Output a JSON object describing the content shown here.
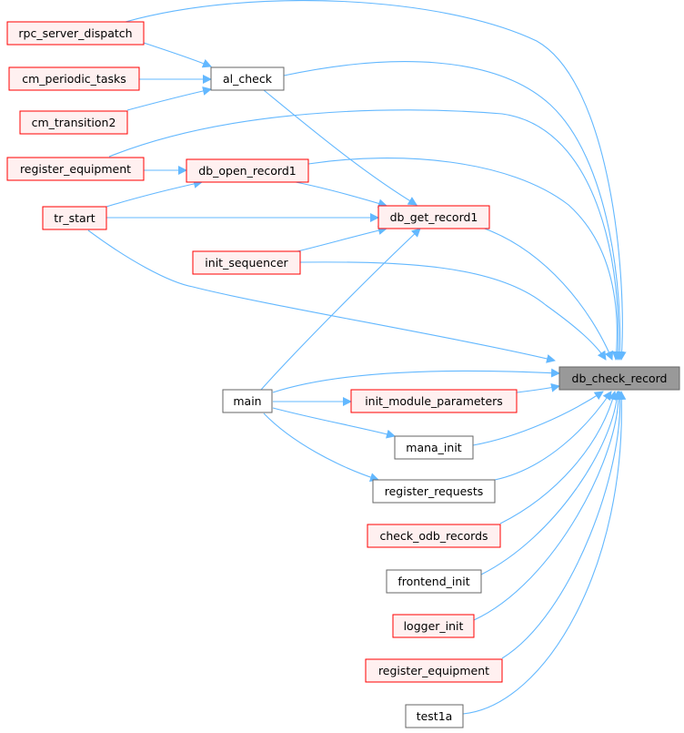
{
  "diagram": {
    "colors": {
      "edge": "#63b8ff",
      "highlight_fill": "#999999",
      "highlight_border": "#666666",
      "red_border": "#ff0000",
      "red_fill": "#fff0f0",
      "plain_border": "#666666",
      "plain_fill": "#ffffff"
    },
    "target": {
      "label": "db_check_record"
    },
    "callers": [
      {
        "id": "rpc_server_dispatch",
        "label": "rpc_server_dispatch",
        "style": "red"
      },
      {
        "id": "al_check",
        "label": "al_check",
        "style": "plain"
      },
      {
        "id": "cm_periodic_tasks",
        "label": "cm_periodic_tasks",
        "style": "red"
      },
      {
        "id": "cm_transition2",
        "label": "cm_transition2",
        "style": "red"
      },
      {
        "id": "register_equipment_a",
        "label": "register_equipment",
        "style": "red"
      },
      {
        "id": "db_open_record1",
        "label": "db_open_record1",
        "style": "red"
      },
      {
        "id": "tr_start",
        "label": "tr_start",
        "style": "red"
      },
      {
        "id": "db_get_record1",
        "label": "db_get_record1",
        "style": "red"
      },
      {
        "id": "init_sequencer",
        "label": "init_sequencer",
        "style": "red"
      },
      {
        "id": "main",
        "label": "main",
        "style": "plain"
      },
      {
        "id": "init_module_parameters",
        "label": "init_module_parameters",
        "style": "red"
      },
      {
        "id": "mana_init",
        "label": "mana_init",
        "style": "plain"
      },
      {
        "id": "register_requests",
        "label": "register_requests",
        "style": "plain"
      },
      {
        "id": "check_odb_records",
        "label": "check_odb_records",
        "style": "red"
      },
      {
        "id": "frontend_init",
        "label": "frontend_init",
        "style": "plain"
      },
      {
        "id": "logger_init",
        "label": "logger_init",
        "style": "red"
      },
      {
        "id": "register_equipment_b",
        "label": "register_equipment",
        "style": "red"
      },
      {
        "id": "test1a",
        "label": "test1a",
        "style": "plain"
      }
    ],
    "edges": [
      [
        "rpc_server_dispatch",
        "db_check_record"
      ],
      [
        "al_check",
        "db_check_record"
      ],
      [
        "db_open_record1",
        "db_check_record"
      ],
      [
        "db_get_record1",
        "db_check_record"
      ],
      [
        "init_sequencer",
        "db_check_record"
      ],
      [
        "tr_start",
        "db_check_record"
      ],
      [
        "main",
        "db_check_record"
      ],
      [
        "init_module_parameters",
        "db_check_record"
      ],
      [
        "mana_init",
        "db_check_record"
      ],
      [
        "register_requests",
        "db_check_record"
      ],
      [
        "check_odb_records",
        "db_check_record"
      ],
      [
        "frontend_init",
        "db_check_record"
      ],
      [
        "logger_init",
        "db_check_record"
      ],
      [
        "register_equipment_b",
        "db_check_record"
      ],
      [
        "test1a",
        "db_check_record"
      ],
      [
        "register_equipment_a",
        "db_check_record"
      ],
      [
        "rpc_server_dispatch",
        "al_check"
      ],
      [
        "cm_periodic_tasks",
        "al_check"
      ],
      [
        "cm_transition2",
        "al_check"
      ],
      [
        "al_check",
        "db_get_record1"
      ],
      [
        "db_open_record1",
        "db_get_record1"
      ],
      [
        "tr_start",
        "db_get_record1"
      ],
      [
        "init_sequencer",
        "db_get_record1"
      ],
      [
        "main",
        "db_get_record1"
      ],
      [
        "register_equipment_a",
        "db_open_record1"
      ],
      [
        "tr_start",
        "db_open_record1"
      ],
      [
        "main",
        "init_module_parameters"
      ],
      [
        "main",
        "mana_init"
      ],
      [
        "main",
        "register_requests"
      ]
    ]
  }
}
